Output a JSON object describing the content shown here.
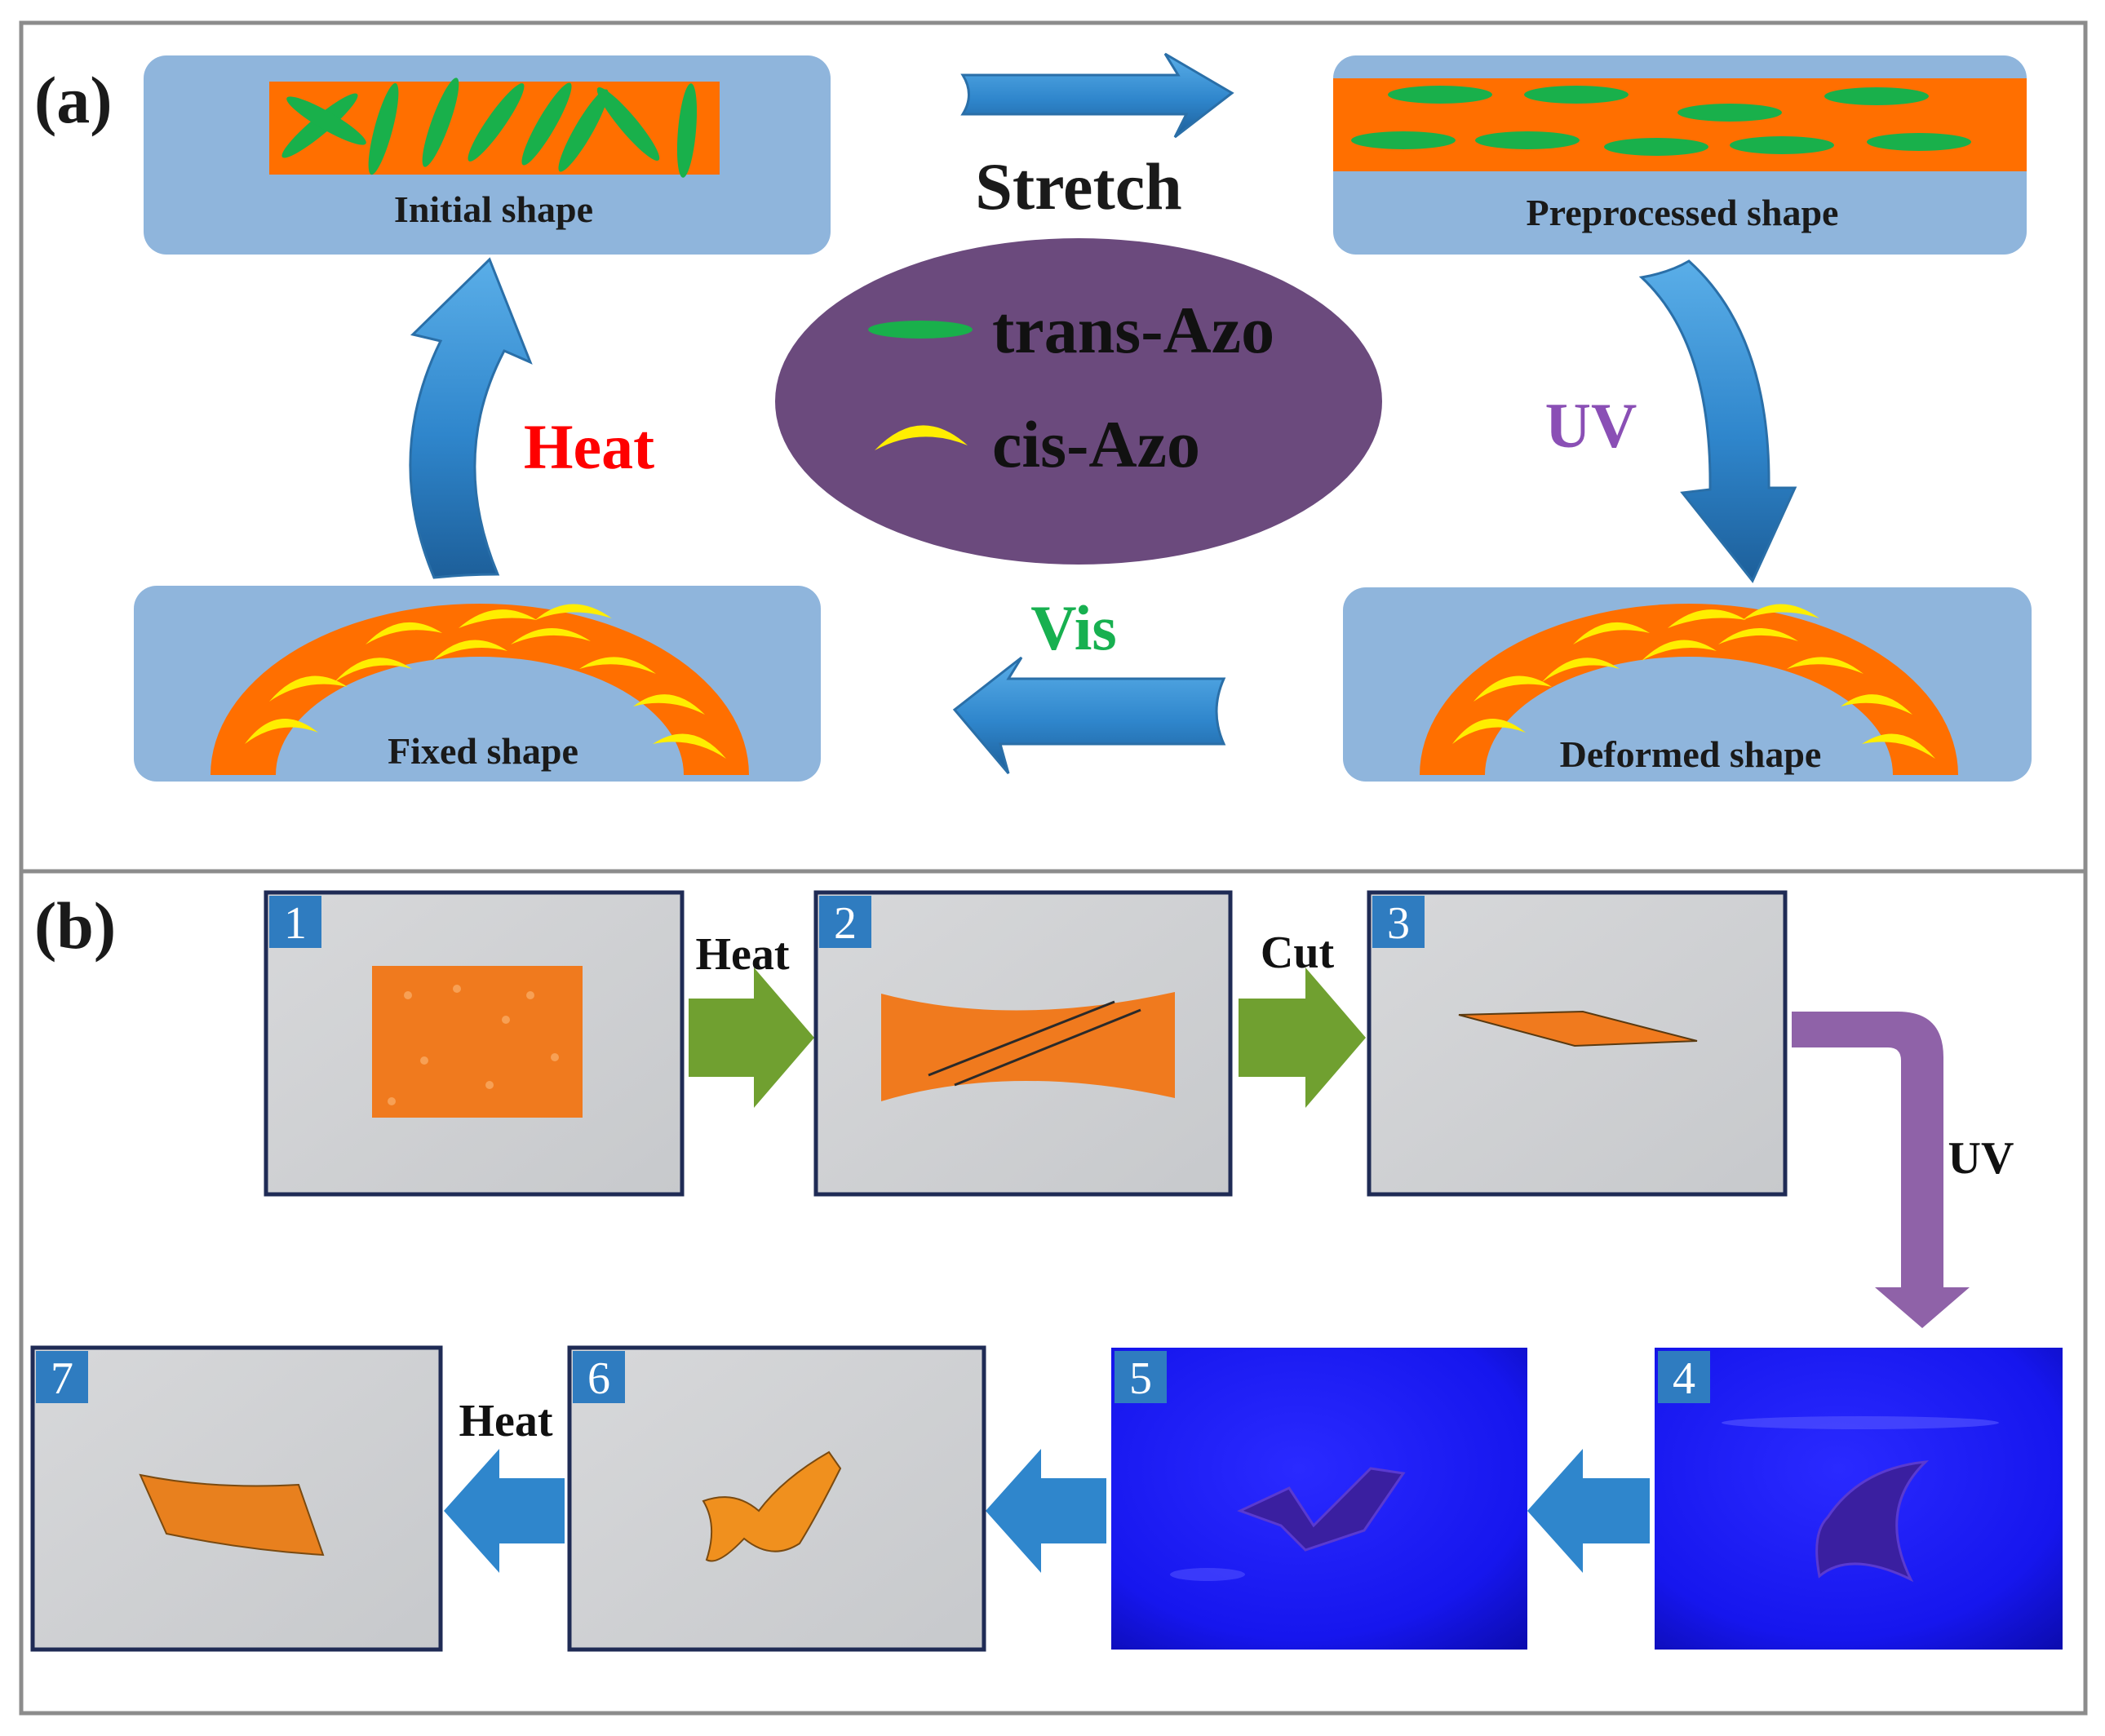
{
  "panel_a": {
    "label": "(a)",
    "states": {
      "initial": "Initial shape",
      "preprocessed": "Preprocessed shape",
      "deformed": "Deformed shape",
      "fixed": "Fixed shape"
    },
    "transitions": {
      "stretch": "Stretch",
      "uv": "UV",
      "vis": "Vis",
      "heat": "Heat"
    },
    "legend": {
      "trans": "trans-Azo",
      "cis": "cis-Azo"
    }
  },
  "panel_b": {
    "label": "(b)",
    "photos": [
      "1",
      "2",
      "3",
      "4",
      "5",
      "6",
      "7"
    ],
    "steps": {
      "heat_1_2": "Heat",
      "cut_2_3": "Cut",
      "uv_3_4": "UV",
      "heat_6_7": "Heat"
    }
  },
  "colors": {
    "panel_box": "#8fb5dc",
    "film_orange": "#ff6f00",
    "trans_green": "#19b04b",
    "cis_yellow": "#ffee00",
    "legend_purple": "#6b4a7d",
    "arrow_blue": "#3a8fd0",
    "heat_red": "#ff0000",
    "uv_purple": "#8a4fb5",
    "vis_green": "#17b050",
    "step_green": "#70a030",
    "step_purple": "#8f62a8",
    "uv_bg": "#1a1aff"
  }
}
